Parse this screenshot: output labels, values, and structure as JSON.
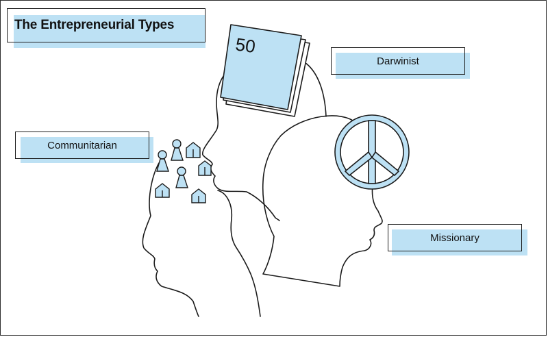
{
  "diagram": {
    "title": "The Entrepreneurial Types",
    "labels": {
      "darwinist": "Darwinist",
      "communitarian": "Communitarian",
      "missionary": "Missionary"
    },
    "note_number": "50"
  },
  "colors": {
    "accent_fill": "#bde1f4",
    "outline": "#1b1b1b",
    "background": "#ffffff"
  }
}
